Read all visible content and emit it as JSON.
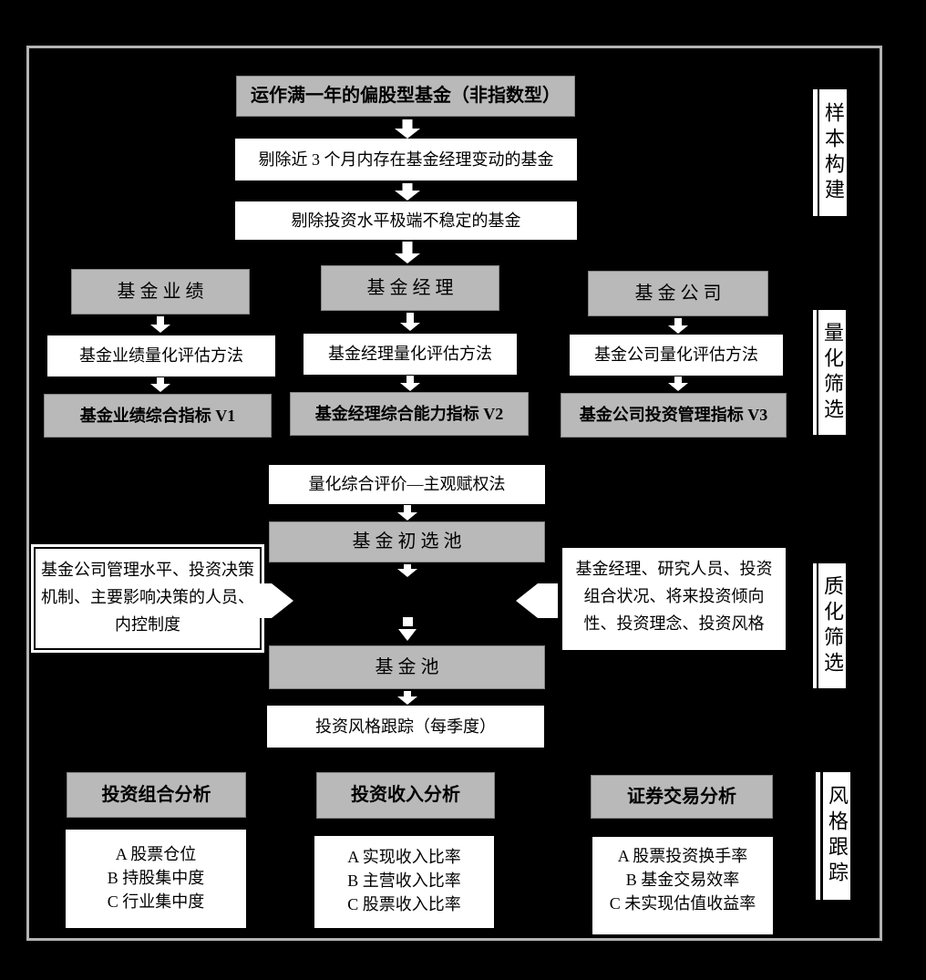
{
  "colors": {
    "background": "#000000",
    "box_gray": "#b9b9b9",
    "box_white": "#ffffff",
    "frame_border": "#b4b4b4",
    "text": "#000000"
  },
  "top_chain": {
    "step1": "运作满一年的偏股型基金（非指数型）",
    "step2": "剔除近 3 个月内存在基金经理变动的基金",
    "step3": "剔除投资水平极端不稳定的基金"
  },
  "quant_columns": [
    {
      "header": "基 金 业 绩",
      "method": "基金业绩量化评估方法",
      "indicator": "基金业绩综合指标 V1"
    },
    {
      "header": "基 金 经 理",
      "method": "基金经理量化评估方法",
      "indicator": "基金经理综合能力指标 V2"
    },
    {
      "header": "基 金 公 司",
      "method": "基金公司量化评估方法",
      "indicator": "基金公司投资管理指标 V3"
    }
  ],
  "middle": {
    "evaluation": "量化综合评价—主观赋权法",
    "primary_pool": "基 金 初 选 池",
    "qual_left": "基金公司管理水平、投资决策机制、主要影响决策的人员、内控制度",
    "qual_right": "基金经理、研究人员、投资组合状况、将来投资倾向性、投资理念、投资风格",
    "pool": "基 金 池",
    "tracking": "投资风格跟踪（每季度）"
  },
  "bottom_columns": [
    {
      "header": "投资组合分析",
      "items": [
        "A 股票仓位",
        "B 持股集中度",
        "C 行业集中度"
      ]
    },
    {
      "header": "投资收入分析",
      "items": [
        "A 实现收入比率",
        "B 主营收入比率",
        "C 股票收入比率"
      ]
    },
    {
      "header": "证券交易分析",
      "items": [
        "A 股票投资换手率",
        "B 基金交易效率",
        "C 未实现估值收益率"
      ]
    }
  ],
  "stage_labels": [
    {
      "label": "样本构建"
    },
    {
      "label": "量化筛选"
    },
    {
      "label": "质化筛选"
    },
    {
      "label": "风格跟踪"
    }
  ]
}
